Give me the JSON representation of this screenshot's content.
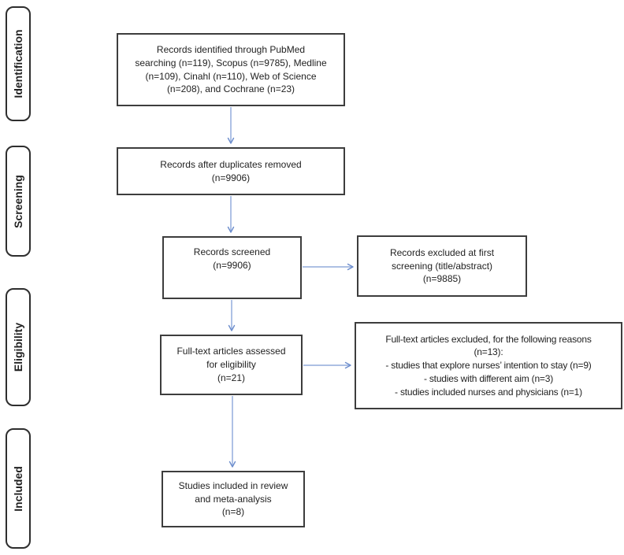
{
  "colors": {
    "arrow_line": "#92ACDC",
    "arrow_head": "#6B8CCC",
    "box_border": "#3D3D3D",
    "stage_border": "#2E2E2E",
    "text": "#222222"
  },
  "stages": [
    {
      "id": "identification",
      "label": "Identification"
    },
    {
      "id": "screening",
      "label": "Screening"
    },
    {
      "id": "eligibility",
      "label": "Eligibility"
    },
    {
      "id": "included",
      "label": "Included"
    }
  ],
  "boxes": {
    "records_identified": {
      "lines": [
        "Records identified through PubMed",
        "searching (n=119), Scopus (n=9785), Medline",
        "(n=109), Cinahl (n=110), Web of Science",
        "(n=208), and Cochrane (n=23)"
      ]
    },
    "duplicates_removed": {
      "lines": [
        "Records after duplicates removed",
        "(n=9906)"
      ]
    },
    "records_screened": {
      "lines": [
        "Records screened",
        "(n=9906)"
      ]
    },
    "excluded_first_screening": {
      "lines": [
        "Records excluded at first",
        "screening (title/abstract)",
        "(n=9885)"
      ]
    },
    "fulltext_assessed": {
      "lines": [
        "Full-text articles assessed",
        "for eligibility",
        "(n=21)"
      ]
    },
    "fulltext_excluded": {
      "lines": [
        "Full-text articles excluded, for the following reasons",
        "(n=13):",
        "- studies that explore nurses’ intention to stay (n=9)",
        "- studies with different aim (n=3)",
        "- studies included nurses and physicians  (n=1)"
      ]
    },
    "studies_included": {
      "lines": [
        "Studies included in review",
        "and meta-analysis",
        "(n=8)"
      ]
    }
  }
}
